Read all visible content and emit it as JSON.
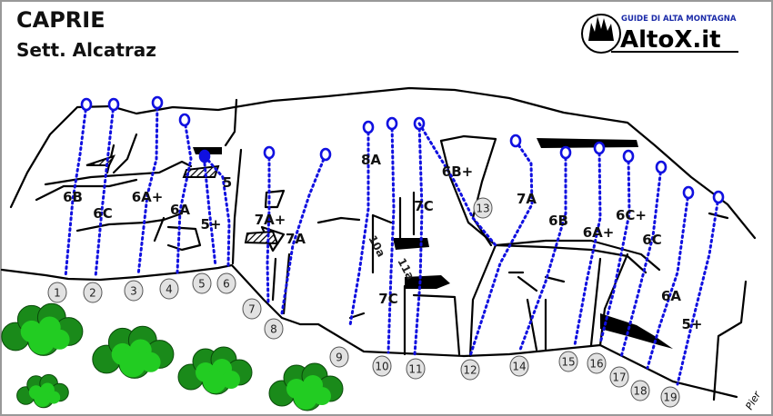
{
  "header": {
    "title": "CAPRIE",
    "subtitle": "Sett. Alcatraz"
  },
  "logo": {
    "tagline": "GUIDE DI ALTA MONTAGNA",
    "name": "AltoX.it"
  },
  "colors": {
    "route": "#1010e0",
    "bush_dark": "#1a8a1a",
    "bush_light": "#22cc22",
    "badge": "#e2e2e2"
  },
  "routes": [
    {
      "number": "1",
      "grade": "6B"
    },
    {
      "number": "2",
      "grade": "6C"
    },
    {
      "number": "3",
      "grade": "6A+"
    },
    {
      "number": "4",
      "grade": "6A"
    },
    {
      "number": "5",
      "grade": "5+"
    },
    {
      "number": "6",
      "grade": "5"
    },
    {
      "number": "7",
      "grade": "7A+"
    },
    {
      "number": "8",
      "grade": "7A"
    },
    {
      "number": "9",
      "grade": "8A"
    },
    {
      "number": "10",
      "grade": "7C"
    },
    {
      "number": "11",
      "grade": "7C"
    },
    {
      "number": "12",
      "grade": "7A"
    },
    {
      "number": "13",
      "grade": "6B+"
    },
    {
      "number": "14",
      "grade": "6B"
    },
    {
      "number": "15",
      "grade": "6A+"
    },
    {
      "number": "16",
      "grade": "6C+"
    },
    {
      "number": "17",
      "grade": "6C"
    },
    {
      "number": "18",
      "grade": "6A"
    },
    {
      "number": "19",
      "grade": "5+"
    }
  ],
  "pitch_labels": {
    "p10": "10a",
    "p11": "11a"
  },
  "signature": "Pier"
}
